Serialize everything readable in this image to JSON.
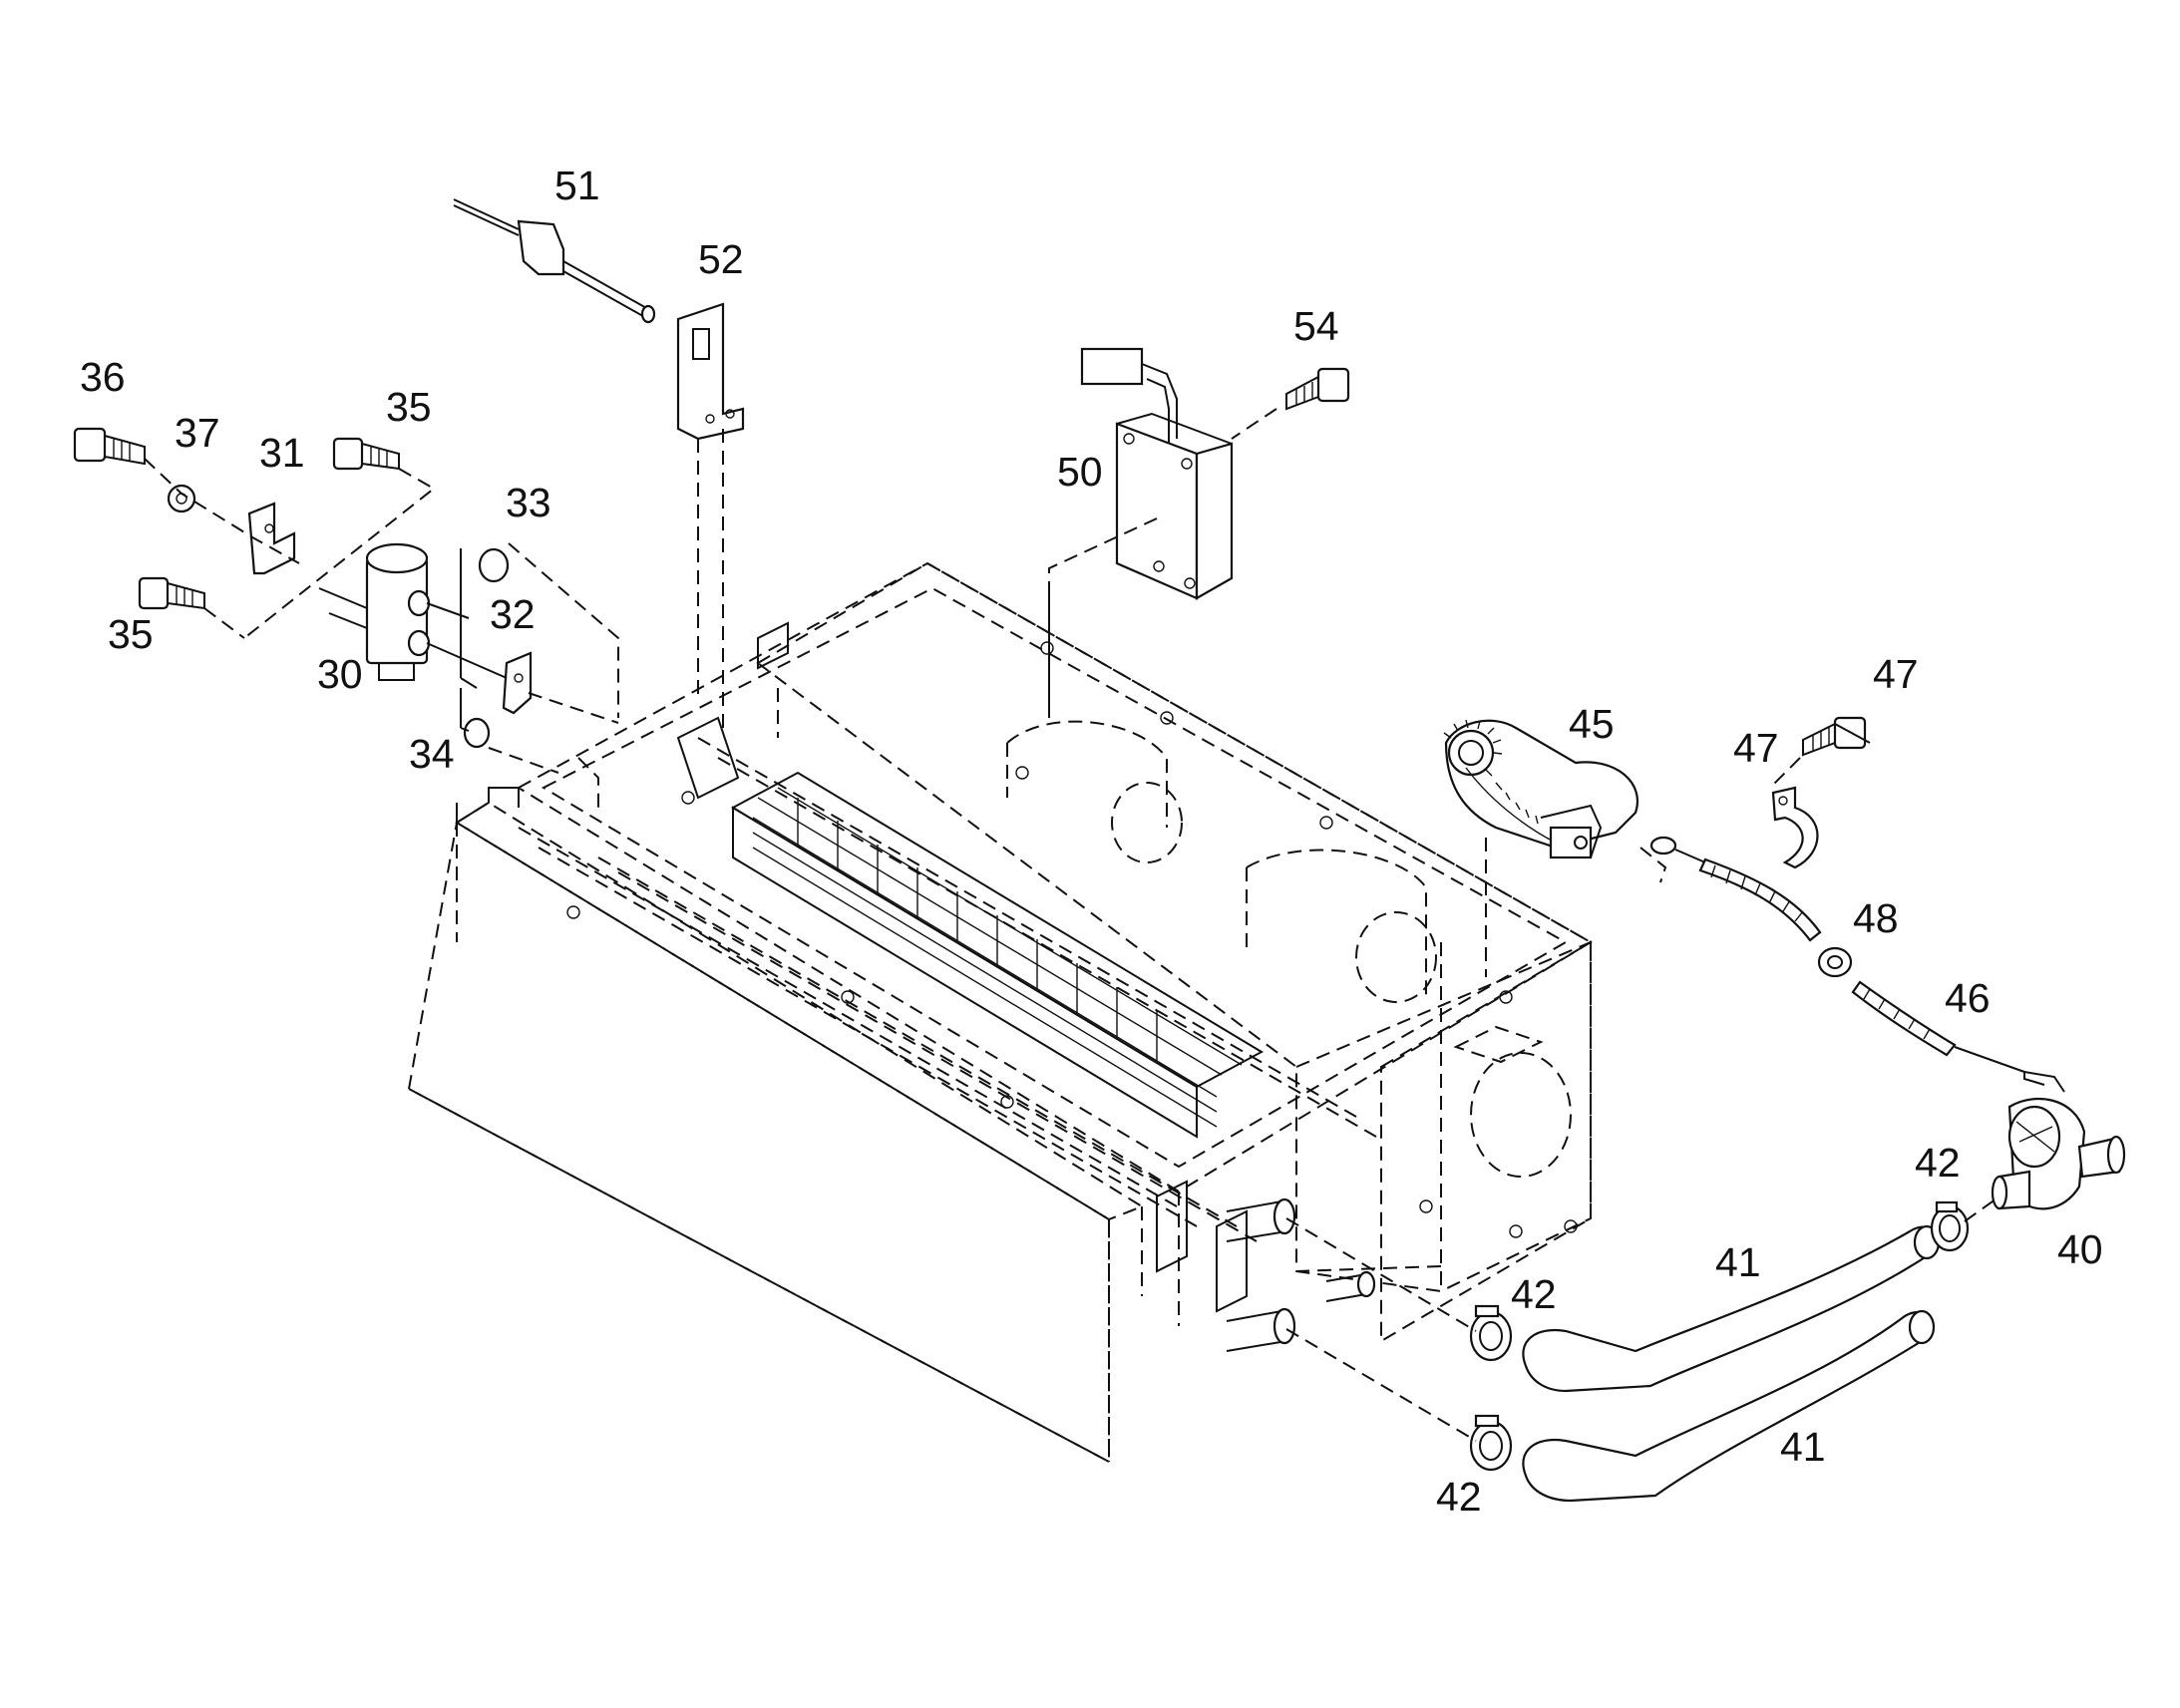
{
  "callouts": {
    "c30": "30",
    "c31": "31",
    "c32": "32",
    "c33": "33",
    "c34": "34",
    "c35a": "35",
    "c35b": "35",
    "c36": "36",
    "c37": "37",
    "c40": "40",
    "c41a": "41",
    "c41b": "41",
    "c42a": "42",
    "c42b": "42",
    "c42c": "42",
    "c45": "45",
    "c46": "46",
    "c47a": "47",
    "c47b": "47",
    "c48": "48",
    "c50": "50",
    "c51": "51",
    "c52": "52",
    "c54": "54"
  },
  "colors": {
    "line": "#111111",
    "background": "#ffffff"
  }
}
